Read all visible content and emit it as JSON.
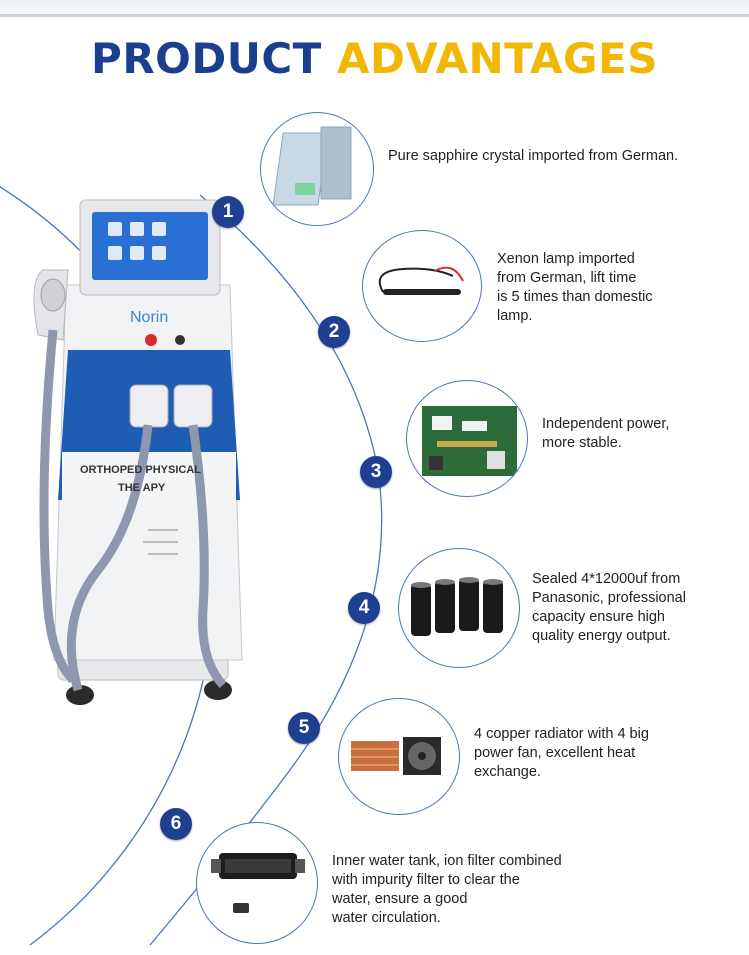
{
  "title": {
    "part1": "PRODUCT",
    "part2": "ADVANTAGES"
  },
  "machine": {
    "brand": "Norin",
    "panel_text": "ORTHOPED   PHYSICAL\nTHE  APY"
  },
  "features": [
    {
      "number": "1",
      "text": "Pure sapphire crystal imported from German."
    },
    {
      "number": "2",
      "text": "Xenon lamp imported\nfrom German, lift time\nis 5 times than domestic\nlamp."
    },
    {
      "number": "3",
      "text": "Independent power,\nmore stable."
    },
    {
      "number": "4",
      "text": "Sealed 4*12000uf from\nPanasonic, professional\ncapacity ensure high\nquality energy output."
    },
    {
      "number": "5",
      "text": "4 copper radiator with 4 big\npower fan, excellent heat\nexchange."
    },
    {
      "number": "6",
      "text": "Inner water tank, ion filter combined\nwith impurity filter to clear the\n water, ensure a good\nwater circulation."
    }
  ],
  "colors": {
    "navy": "#1f3f91",
    "title_blue": "#1a3f8f",
    "title_yellow": "#f2b705",
    "arc": "#4a78b8"
  }
}
